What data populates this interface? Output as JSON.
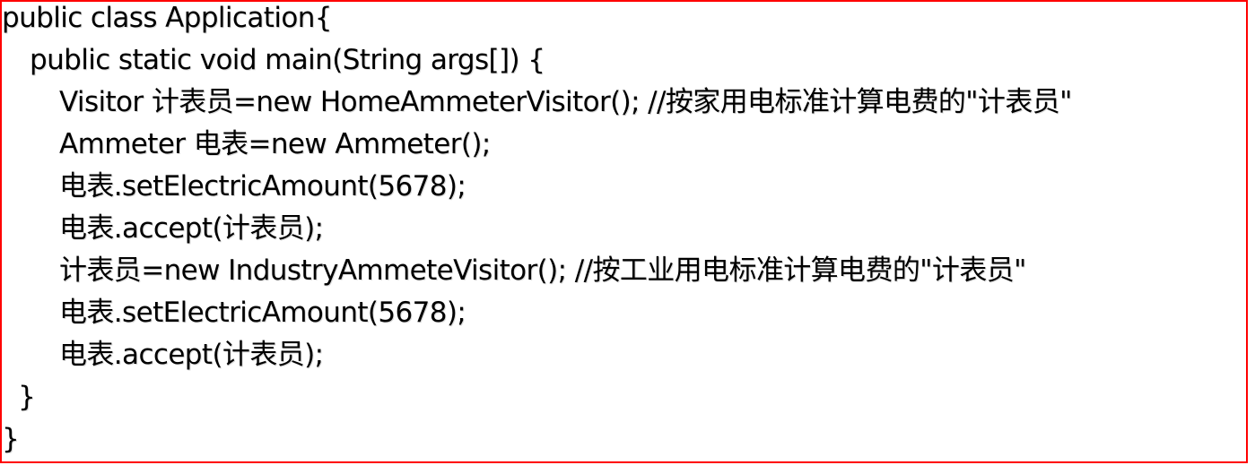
{
  "document": {
    "border_color": "#ff0000",
    "text_color": "#000000",
    "background": "#ffffff",
    "code_lines": [
      {
        "indent": 0,
        "text": "public class Application{"
      },
      {
        "indent": 1,
        "text": "public static void main(String args[]) {"
      },
      {
        "indent": 2,
        "text": "Visitor 计表员=new HomeAmmeterVisitor(); //按家用电标准计算电费的\"计表员\""
      },
      {
        "indent": 2,
        "text": "Ammeter 电表=new Ammeter();"
      },
      {
        "indent": 2,
        "text": "电表.setElectricAmount(5678);"
      },
      {
        "indent": 2,
        "text": "电表.accept(计表员);"
      },
      {
        "indent": 2,
        "text": "计表员=new IndustryAmmeteVisitor(); //按工业用电标准计算电费的\"计表员\""
      },
      {
        "indent": 2,
        "text": "电表.setElectricAmount(5678);"
      },
      {
        "indent": 2,
        "text": "电表.accept(计表员);"
      },
      {
        "indent": 1,
        "text": "}"
      },
      {
        "indent": 0,
        "text": "}"
      }
    ]
  }
}
